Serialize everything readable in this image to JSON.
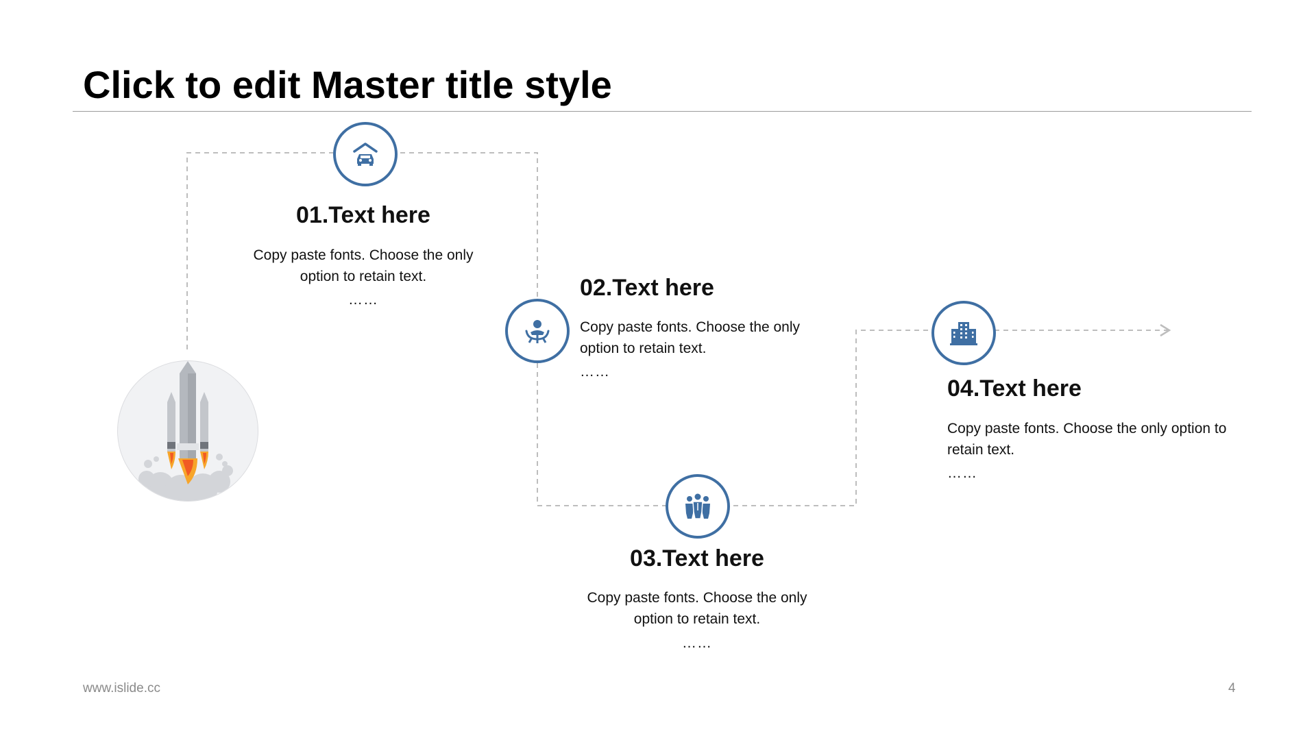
{
  "slide": {
    "title": "Click to edit Master title style",
    "footer_url": "www.islide.cc",
    "page_number": "4"
  },
  "colors": {
    "accent": "#3f6fa3",
    "connector": "#bdbdbd",
    "flame_outer": "#f7a52a",
    "flame_inner": "#f15a24"
  },
  "steps": [
    {
      "icon": "car-garage-icon",
      "title": "01.Text here",
      "line1": "Copy paste fonts. Choose the only",
      "line2": "option to retain text.",
      "more": "……"
    },
    {
      "icon": "person-network-icon",
      "title": "02.Text here",
      "line1": "Copy paste fonts. Choose the only",
      "line2": "option to retain text.",
      "more": "……"
    },
    {
      "icon": "team-group-icon",
      "title": "03.Text here",
      "line1": "Copy paste fonts. Choose the only",
      "line2": "option to retain text.",
      "more": "……"
    },
    {
      "icon": "office-building-icon",
      "title": "04.Text here",
      "line1": "Copy paste fonts. Choose the only option to",
      "line2": "retain text.",
      "more": "……"
    }
  ],
  "illustration": {
    "icon": "rocket-launch-icon"
  }
}
